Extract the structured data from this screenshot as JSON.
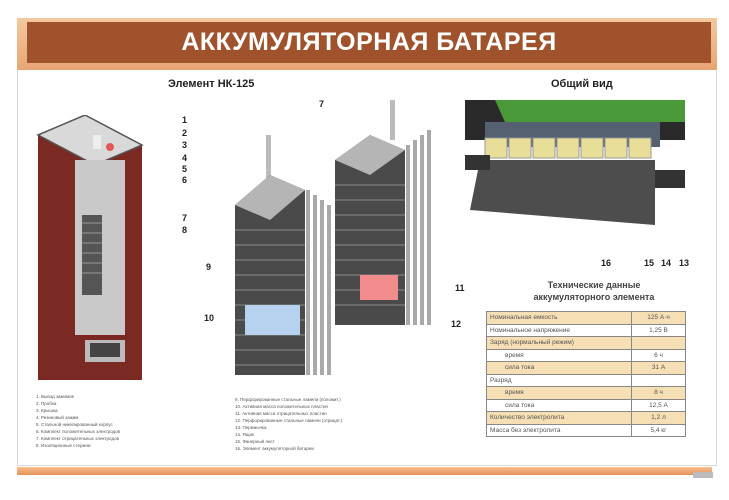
{
  "title": "АККУМУЛЯТОРНАЯ БАТАРЕЯ",
  "left_section": {
    "heading": "Элемент НК-125",
    "callouts_case": [
      "1",
      "2",
      "3",
      "4",
      "5",
      "6",
      "7",
      "8"
    ],
    "callouts_plates": [
      "7",
      "9",
      "10",
      "11",
      "12"
    ]
  },
  "right_section": {
    "heading": "Общий вид",
    "callouts": [
      "16",
      "15",
      "14",
      "13"
    ]
  },
  "legend": {
    "col1": [
      "1. Вывод зажимов",
      "2. Пробка",
      "3. Крышка",
      "4. Резиновый зажим",
      "5. Стальной никелированный корпус",
      "6. Комплект положительных электродов",
      "7. Комплект отрицательных электродов",
      "8. Изоляционные стержни"
    ],
    "col2": [
      "9. Перфорированные стальные ламели (положит.)",
      "10. Активная масса положительных пластин",
      "11. Активная масса отрицательных пластин",
      "12. Перфорированные стальные ламели (отрицат.)",
      "13. Перемычка",
      "14. Ящик",
      "15. Фанерный лист",
      "16. Элемент аккумуляторной батареи"
    ]
  },
  "specs": {
    "title_line1": "Технические данные",
    "title_line2": "аккумуляторного элемента",
    "rows": [
      {
        "label": "Номинальная емкость",
        "value": "125 А·ч",
        "highlight": true,
        "indent": false
      },
      {
        "label": "Номинальное напряжение",
        "value": "1,25 В",
        "highlight": false,
        "indent": false
      },
      {
        "label": "Заряд (нормальный режим)",
        "value": "",
        "highlight": true,
        "indent": false
      },
      {
        "label": "время",
        "value": "6 ч",
        "highlight": false,
        "indent": true
      },
      {
        "label": "сила тока",
        "value": "31 А",
        "highlight": true,
        "indent": true
      },
      {
        "label": "Разряд",
        "value": "",
        "highlight": false,
        "indent": false
      },
      {
        "label": "время",
        "value": "8 ч",
        "highlight": true,
        "indent": true
      },
      {
        "label": "сила тока",
        "value": "12,5 А",
        "highlight": false,
        "indent": true
      },
      {
        "label": "Количество электролита",
        "value": "1,2 л",
        "highlight": true,
        "indent": false
      },
      {
        "label": "Масса без электролита",
        "value": "5,4 кг",
        "highlight": false,
        "indent": false
      }
    ]
  },
  "colors": {
    "title_bar": "#a0522d",
    "table_highlight": "#f6dfb4",
    "case": "#7a2a22",
    "positive_mass": "#b6d2ee",
    "negative_mass": "#f28c8c",
    "frame_green": "#4a9a3a"
  }
}
